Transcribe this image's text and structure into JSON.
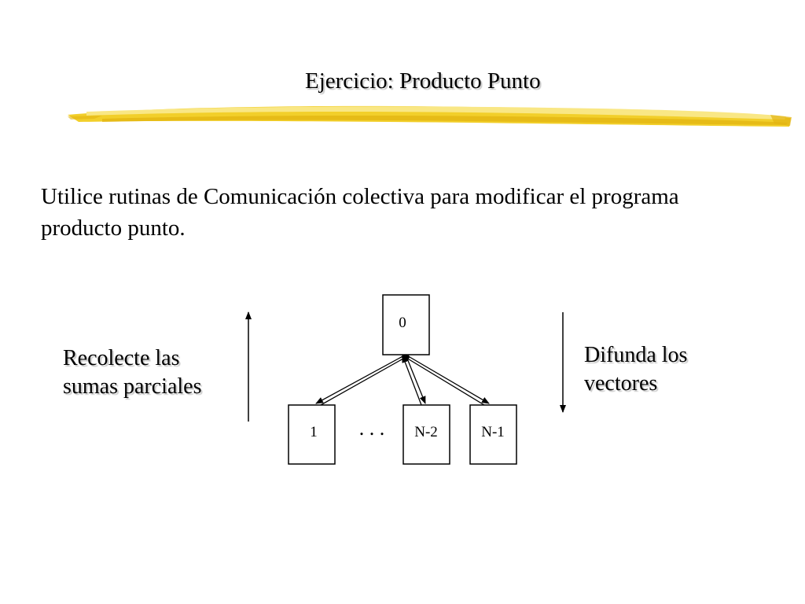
{
  "slide": {
    "title": "Ejercicio: Producto Punto",
    "body": "Utilice rutinas de Comunicación colectiva para modificar el programa producto punto.",
    "left_label": [
      "Recolecte las",
      "sumas parciales"
    ],
    "right_label": [
      "Difunda los",
      "vectores"
    ]
  },
  "diagram": {
    "root": "0",
    "children": [
      "1",
      "N-2",
      "N-1"
    ],
    "ellipsis": ". . ."
  },
  "colors": {
    "brush_stroke": "#f2cf2a",
    "brush_dark": "#e2b412",
    "brush_light": "#f9e785",
    "text": "#000000",
    "background": "#ffffff"
  }
}
